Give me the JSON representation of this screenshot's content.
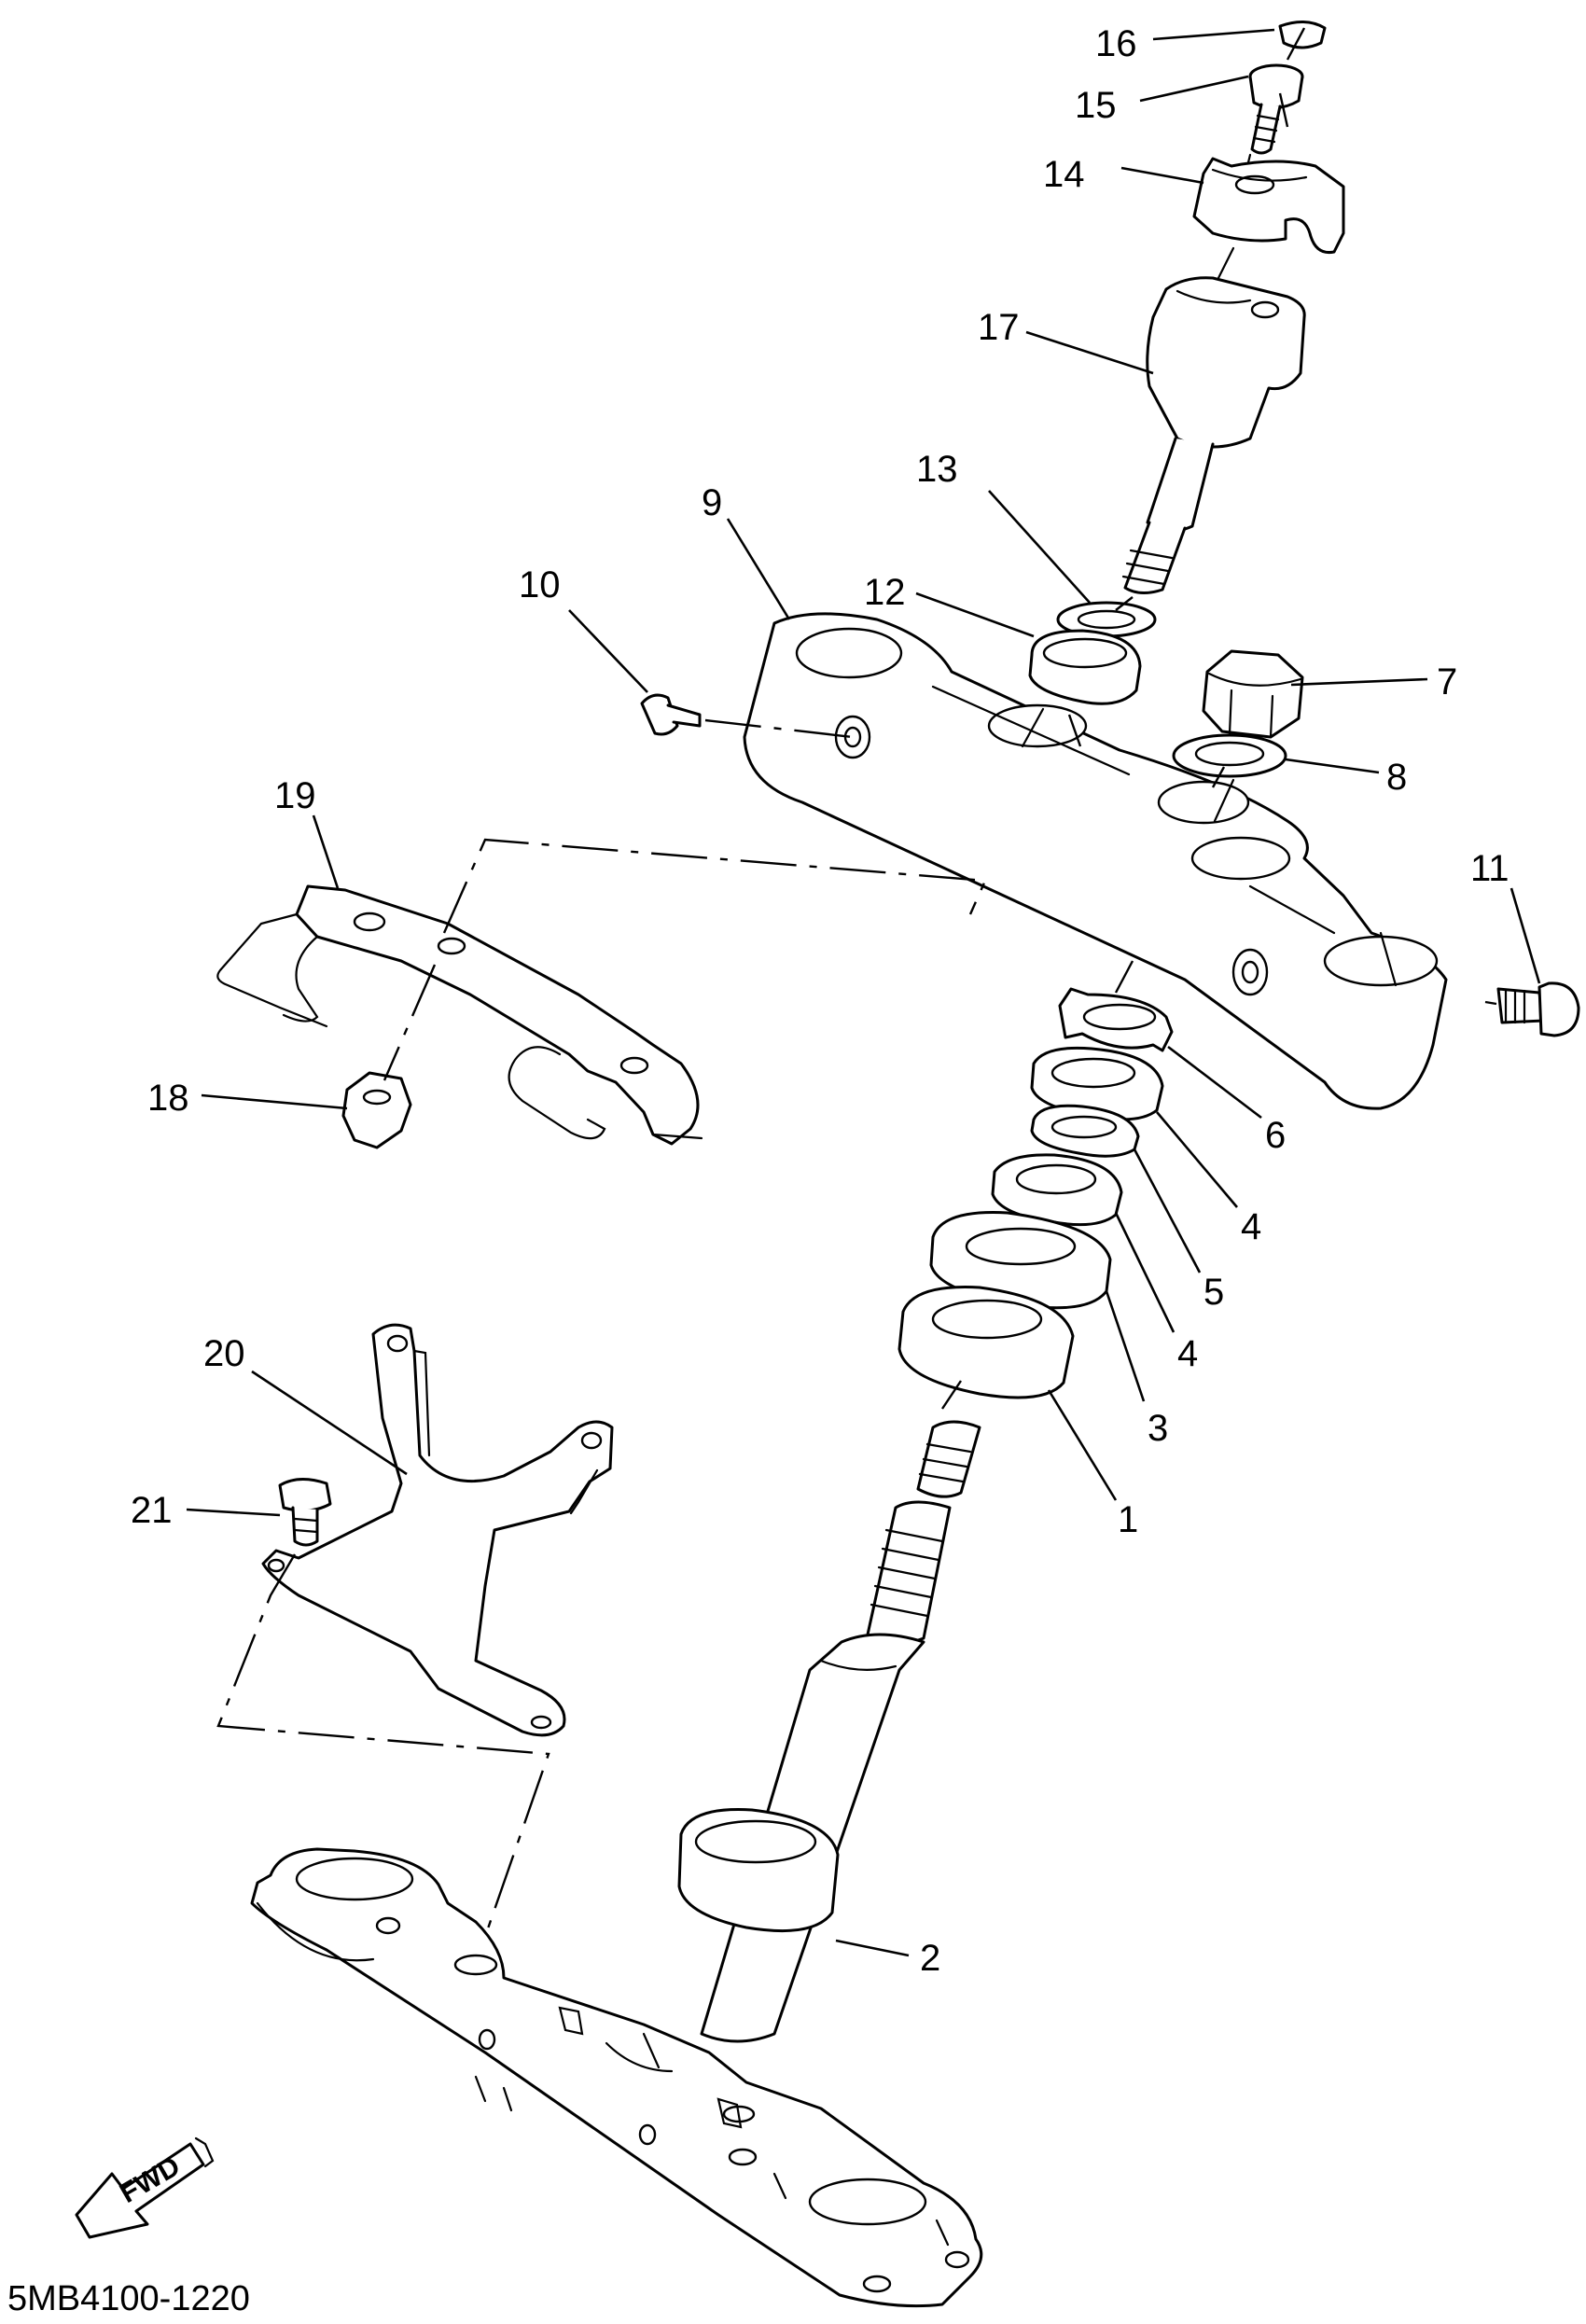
{
  "diagram_code": "5MB4100-1220",
  "fwd_label": "FWD",
  "callouts": [
    {
      "key": "c16",
      "label": "16"
    },
    {
      "key": "c15",
      "label": "15"
    },
    {
      "key": "c14",
      "label": "14"
    },
    {
      "key": "c17",
      "label": "17"
    },
    {
      "key": "c13",
      "label": "13"
    },
    {
      "key": "c9",
      "label": "9"
    },
    {
      "key": "c12",
      "label": "12"
    },
    {
      "key": "c10",
      "label": "10"
    },
    {
      "key": "c7",
      "label": "7"
    },
    {
      "key": "c8",
      "label": "8"
    },
    {
      "key": "c19",
      "label": "19"
    },
    {
      "key": "c11",
      "label": "11"
    },
    {
      "key": "c18",
      "label": "18"
    },
    {
      "key": "c6",
      "label": "6"
    },
    {
      "key": "c4a",
      "label": "4"
    },
    {
      "key": "c5",
      "label": "5"
    },
    {
      "key": "c4b",
      "label": "4"
    },
    {
      "key": "c20",
      "label": "20"
    },
    {
      "key": "c3",
      "label": "3"
    },
    {
      "key": "c21",
      "label": "21"
    },
    {
      "key": "c1",
      "label": "1"
    },
    {
      "key": "c2",
      "label": "2"
    }
  ]
}
